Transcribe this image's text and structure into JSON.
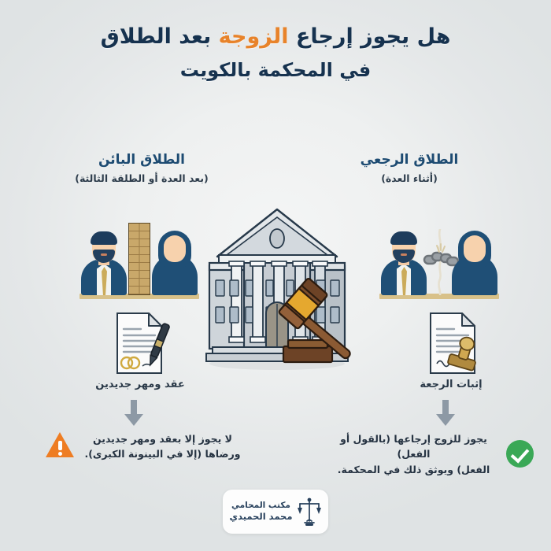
{
  "page": {
    "background_color": "#eceeef",
    "language": "ar"
  },
  "title": {
    "line1_before": "هل يجوز إرجاع ",
    "line1_highlight": "الزوجة",
    "line1_after": " بعد الطلاق",
    "line2": "في المحكمة بالكويت",
    "color": "#16324f",
    "highlight_color": "#e8832a"
  },
  "columns": {
    "left": {
      "heading": "الطلاق البائن",
      "subheading": "(بعد العدة أو الطلقة الثالثة)",
      "heading_color": "#1d4b72",
      "scene_icon": "couple-separated-by-brick-wall-icon",
      "document_icon": "contract-with-pen-and-rings-icon",
      "document_caption": "عقد ومهر جديدين",
      "arrow_icon": "arrow-down-icon",
      "badge_icon": "warning-triangle-icon",
      "badge_color": "#ee7d23",
      "conclusion_line1": "لا يجوز إلا بعقد ومهر جديدين",
      "conclusion_line2": "ورضاها (إلا في البينونة الكبرى)."
    },
    "right": {
      "heading": "الطلاق الرجعي",
      "subheading": "(أثناء العدة)",
      "heading_color": "#1d4b72",
      "scene_icon": "couple-with-broken-chain-icon",
      "document_icon": "document-with-stamp-icon",
      "document_caption": "إثبات الرجعة",
      "arrow_icon": "arrow-down-icon",
      "badge_icon": "check-circle-icon",
      "badge_color": "#3aa856",
      "conclusion_line1": "يجوز للزوج إرجاعها (بالقول أو الفعل)",
      "conclusion_line2": "الفعل) ويوثق ذلك في المحكمة."
    }
  },
  "center": {
    "icon": "courthouse-with-gavel-icon"
  },
  "footer": {
    "icon": "scales-of-justice-icon",
    "line1": "مكتب المحامي",
    "line2": "محمد الحميدي"
  }
}
